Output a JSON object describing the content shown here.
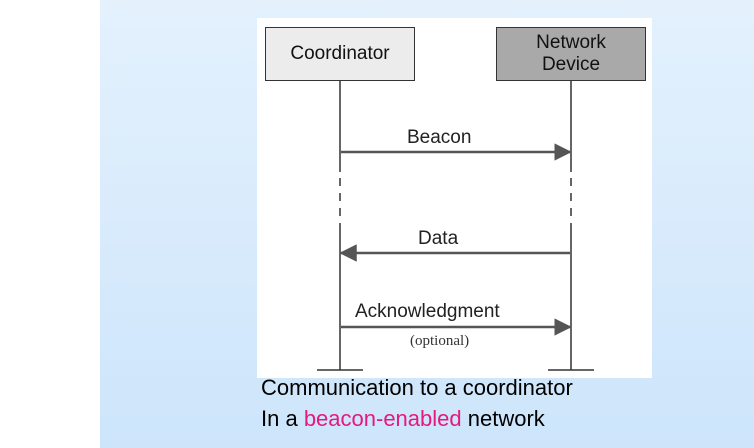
{
  "diagram": {
    "coordinator_label": "Coordinator",
    "device_label_line1": "Network",
    "device_label_line2": "Device",
    "messages": {
      "beacon": "Beacon",
      "data": "Data",
      "ack": "Acknowledgment",
      "ack_note": "(optional)"
    }
  },
  "caption": {
    "line1": "Communication to a coordinator",
    "line2_prefix": "In a ",
    "line2_highlight": "beacon-enabled",
    "line2_suffix": " network"
  },
  "colors": {
    "highlight": "#e6197d",
    "arrow": "#555555"
  }
}
